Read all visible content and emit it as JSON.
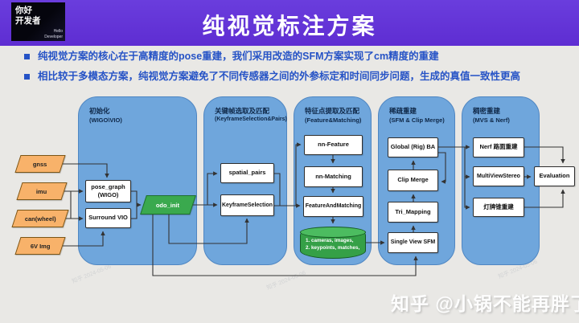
{
  "header": {
    "title": "纯视觉标注方案",
    "badge": {
      "line1": "你好",
      "line2": "开发者",
      "sub": "Hello Developer"
    }
  },
  "bullets": [
    "纯视觉方案的核心在于高精度的pose重建，我们采用改造的SFM方案实现了cm精度的重建",
    "相比较于多模态方案，纯视觉方案避免了不同传感器之间的外参标定和时间同步问题，生成的真值一致性更高"
  ],
  "diagram": {
    "columns": [
      {
        "title": "初始化",
        "subtitle": "(WIGO\\VIO)"
      },
      {
        "title": "关键帧选取及匹配",
        "subtitle": "(KeyframeSelection&Pairs)"
      },
      {
        "title": "特征点提取及匹配",
        "subtitle": "(Feature&Matching)"
      },
      {
        "title": "稀疏重建",
        "subtitle": "(SFM & Clip Merge)"
      },
      {
        "title": "稠密重建",
        "subtitle": "(MVS & Nerf)"
      }
    ],
    "inputs": {
      "gnss": "gnss",
      "imu": "imu",
      "can": "can(wheel)",
      "img6v": "6V Img"
    },
    "nodes": {
      "pose_graph_l1": "pose_graph",
      "pose_graph_l2": "(WIGO)",
      "surround_vio": "Surround VIO",
      "odo_init": "odo_init",
      "spatial_pairs": "spatial_pairs",
      "keyframe_selection": "KeyframeSelection",
      "nn_feature": "nn-Feature",
      "nn_matching": "nn-Matching",
      "feature_and_matching": "FeatureAndMatching",
      "cylinder_l1": "1. cameras, images,",
      "cylinder_l2": "2. keypoints, matches,",
      "single_view_sfm": "Single View SFM",
      "tri_mapping": "Tri_Mapping",
      "clip_merge": "Clip Merge",
      "global_ba": "Global (Rig) BA",
      "nerf_road": "Nerf 路面重建",
      "multi_view_stereo": "MultiViewStereo",
      "light_sign_recon": "灯牌锥重建",
      "evaluation": "Evaluation"
    }
  },
  "meta": {
    "stamp": "知乎 2024-05-06",
    "watermark": "知乎 @小锅不能再胖了"
  }
}
